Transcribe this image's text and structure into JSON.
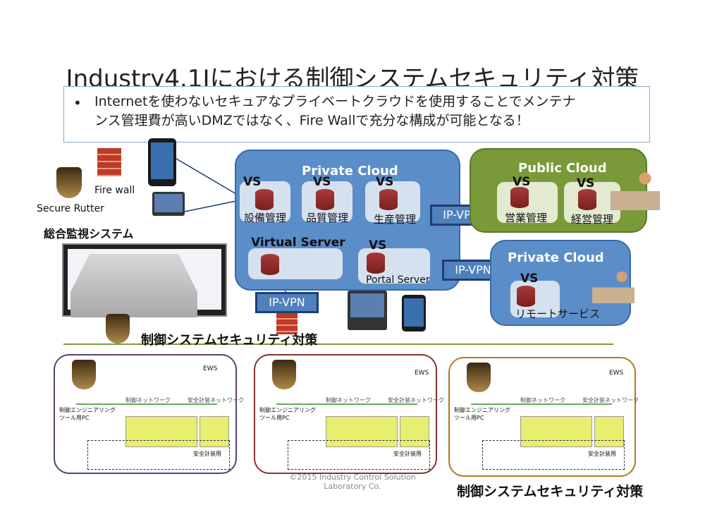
{
  "title": "Industry4.1Jにおける制御システムセキュリティ対策",
  "bullet": {
    "dot": "•",
    "line1": "Internetを使わないセキュアなプライベートクラウドを使用することでメンテナ",
    "line2": "ンス管理費が高いDMZではなく、Fire Wallで充分な構成が可能となる！"
  },
  "left": {
    "firewall": "Fire wall",
    "secure_router": "Secure Rutter",
    "monitor_system": "総合監視システム"
  },
  "private_cloud_main": {
    "title": "Private Cloud",
    "vs1": {
      "vs": "VS",
      "label": "設備管理"
    },
    "vs2": {
      "vs": "VS",
      "label": "品質管理"
    },
    "vs3": {
      "vs": "VS",
      "label": "生産管理"
    },
    "virtual_server": "Virtual Server",
    "vs4": {
      "vs": "VS",
      "label": "Portal Server"
    }
  },
  "public_cloud": {
    "title": "Public Cloud",
    "vs1": {
      "vs": "VS",
      "label": "営業管理"
    },
    "vs2": {
      "vs": "VS",
      "label": "経営管理"
    }
  },
  "private_cloud_remote": {
    "title": "Private Cloud",
    "vs": "VS",
    "label": "リモートサービス"
  },
  "vpn_labels": [
    "IP-VPN",
    "IP-VPN",
    "IP-VPN"
  ],
  "security_heading": "制御システムセキュリティ対策",
  "plant_labels": {
    "ews": "EWS",
    "network": "制御ネットワーク",
    "safety_net": "安全計装ネットワーク",
    "eng_pc": "制御エンジニアリングツール用PC",
    "safety_device": "安全計装用"
  },
  "footer": {
    "line1": "©2015 Industry Control Solution",
    "line2": "Laboratory Co."
  },
  "bottom_heading": "制御システムセキュリティ対策",
  "colors": {
    "cloud_blue": "#5b8dc9",
    "cloud_green": "#7a9a3a",
    "vpn_border": "#1f3e74",
    "plant_purple": "#5a3d7a",
    "plant_red": "#8a3030",
    "plant_orange": "#b07a20"
  }
}
